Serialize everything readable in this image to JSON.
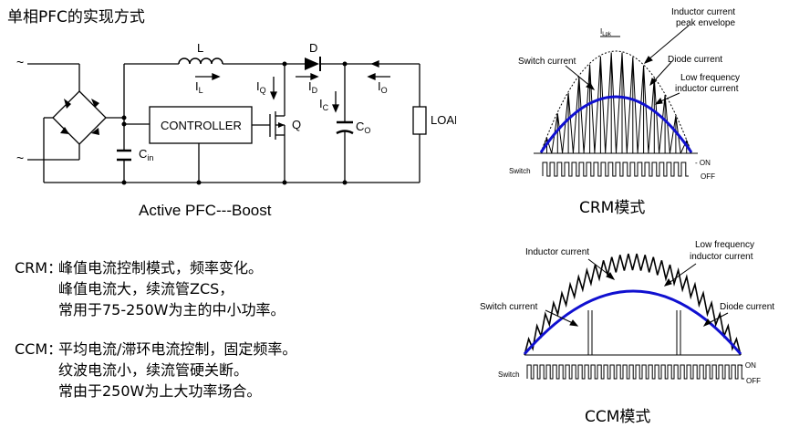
{
  "page_title": "单相PFC的实现方式",
  "circuit": {
    "caption": "Active PFC---Boost",
    "controller_label": "CONTROLLER",
    "inductor_label": "L",
    "diode_label": "D",
    "switch_label": "Q",
    "load_label": "LOAD",
    "ac_symbol": "~",
    "cap_in_main": "C",
    "cap_in_sub": "in",
    "cap_out_main": "C",
    "cap_out_sub": "O",
    "current_main": "I",
    "current_L_sub": "L",
    "current_Q_sub": "Q",
    "current_D_sub": "D",
    "current_C_sub": "C",
    "current_O_sub": "O"
  },
  "crm_waveform": {
    "caption": "CRM模式",
    "inductor_current_line1": "Inductor current",
    "inductor_current_line2": "peak envelope",
    "ipk_main": "I",
    "ipk_sub": "Lpk",
    "switch_current": "Switch current",
    "diode_current": "Diode current",
    "low_freq_line1": "Low frequency",
    "low_freq_line2": "inductor current",
    "switch": "Switch",
    "on": "- ON",
    "off": "OFF"
  },
  "ccm_waveform": {
    "caption": "CCM模式",
    "inductor_current": "Inductor current",
    "low_freq_line1": "Low frequency",
    "low_freq_line2": "inductor current",
    "switch_current": "Switch current",
    "diode_current": "Diode current",
    "switch": "Switch",
    "on": "- ON",
    "off": "OFF"
  },
  "descriptions": {
    "crm_label": "CRM：",
    "crm_lines": [
      "峰值电流控制模式，频率变化。",
      "峰值电流大，续流管ZCS，",
      "常用于75-250W为主的中小功率。"
    ],
    "ccm_label": "CCM：",
    "ccm_lines": [
      "平均电流/滞环电流控制，固定频率。",
      "纹波电流小，续流管硬关断。",
      "常由于250W为上大功率场合。"
    ]
  },
  "colors": {
    "envelope_blue": "#1010d0",
    "line": "#000000"
  }
}
